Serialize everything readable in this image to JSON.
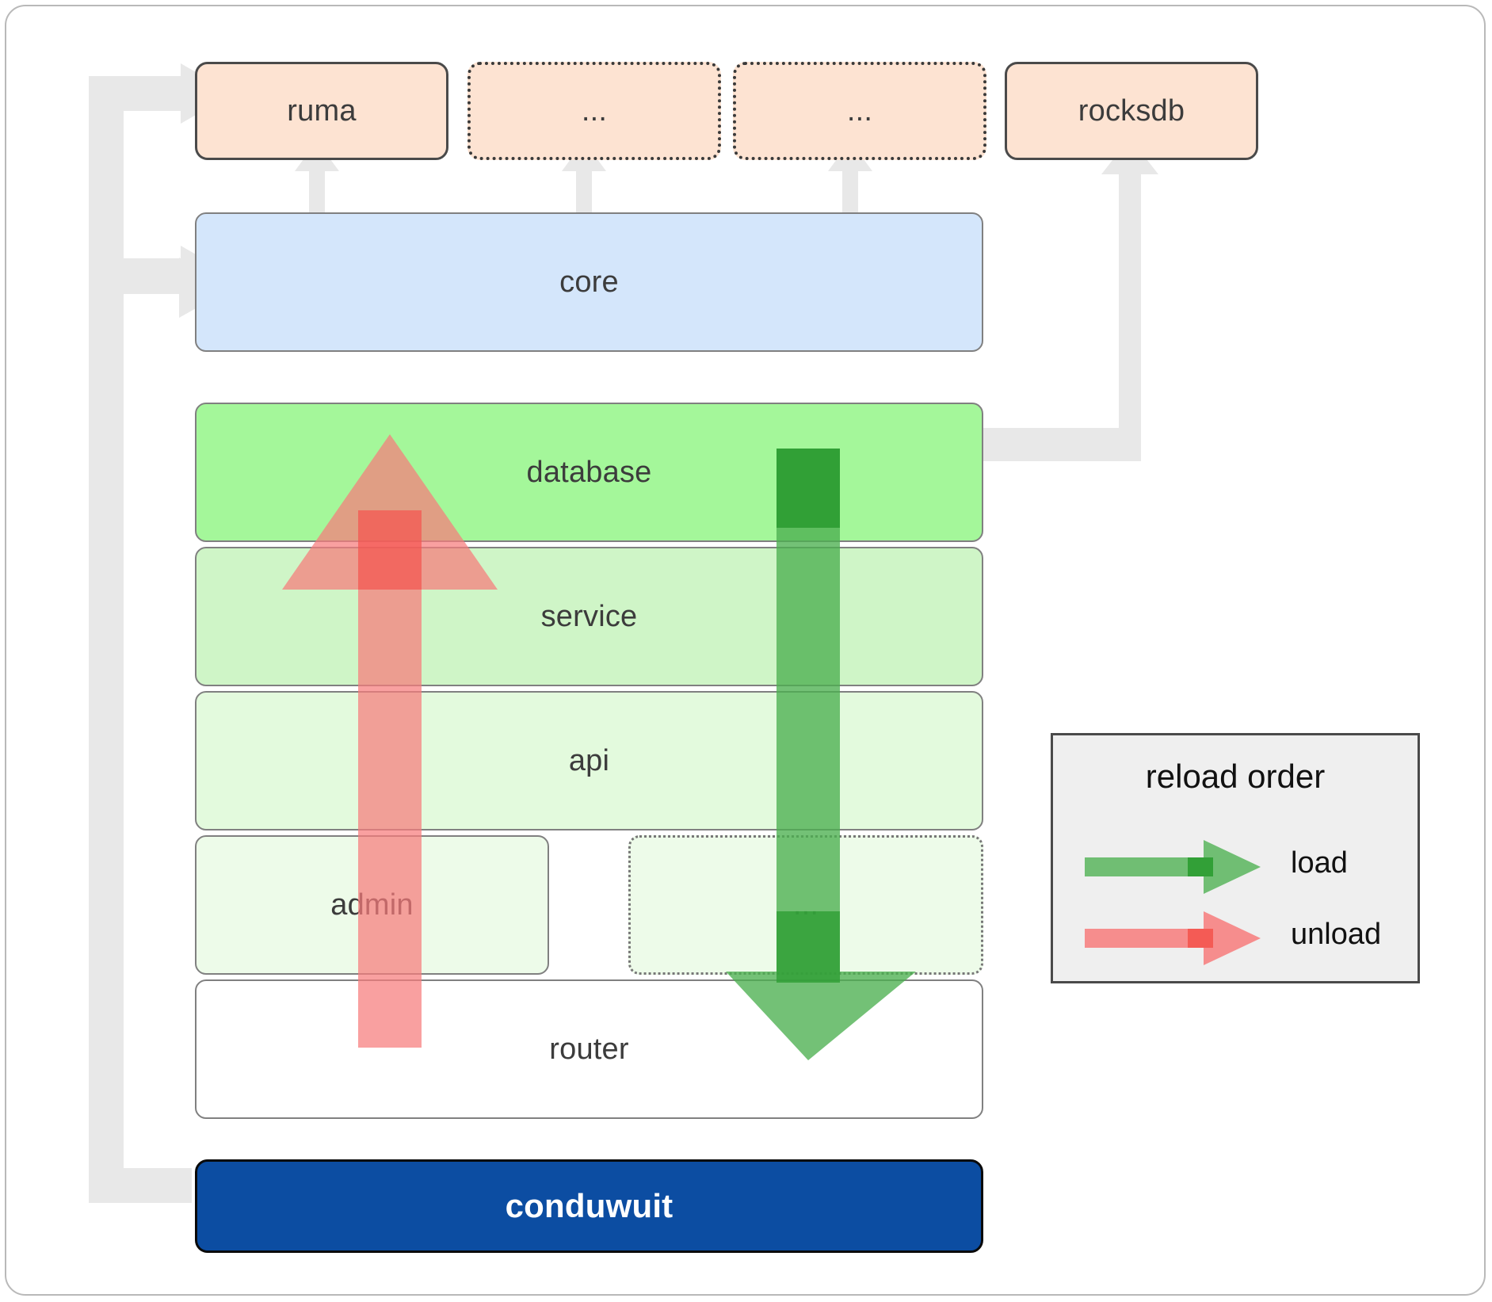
{
  "diagram": {
    "title_present": false,
    "dependencies": [
      {
        "label": "ruma",
        "style": "solid"
      },
      {
        "label": "...",
        "style": "dotted"
      },
      {
        "label": "...",
        "style": "dotted"
      },
      {
        "label": "rocksdb",
        "style": "solid"
      }
    ],
    "layers": [
      {
        "label": "core",
        "color": "#d4e6fb",
        "style": "solid"
      },
      {
        "label": "database",
        "color": "#a4f79a",
        "style": "solid"
      },
      {
        "label": "service",
        "color": "#cff5c7",
        "style": "solid"
      },
      {
        "label": "api",
        "color": "#e3fadd",
        "style": "solid"
      },
      {
        "label": "admin",
        "color": "#edfbe9",
        "style": "solid"
      },
      {
        "label": "...",
        "color": "#edfbe9",
        "style": "dotted"
      },
      {
        "label": "router",
        "color": "#ffffff",
        "style": "solid"
      }
    ],
    "binary": {
      "label": "conduwuit",
      "color": "#0c4da2",
      "text_color": "#ffffff"
    },
    "legend": {
      "title": "reload order",
      "items": [
        {
          "label": "load",
          "color": "#4caf50",
          "direction": "down"
        },
        {
          "label": "unload",
          "color": "#f77b7b",
          "direction": "up"
        }
      ]
    },
    "colors": {
      "dependency_fill": "#fde3d2",
      "connector_gray": "#e8e8e8",
      "frame_border": "#b9b9b9",
      "load_arrow": "#4caf50",
      "unload_arrow": "#f77b7b",
      "legend_bg": "#efefef"
    }
  }
}
